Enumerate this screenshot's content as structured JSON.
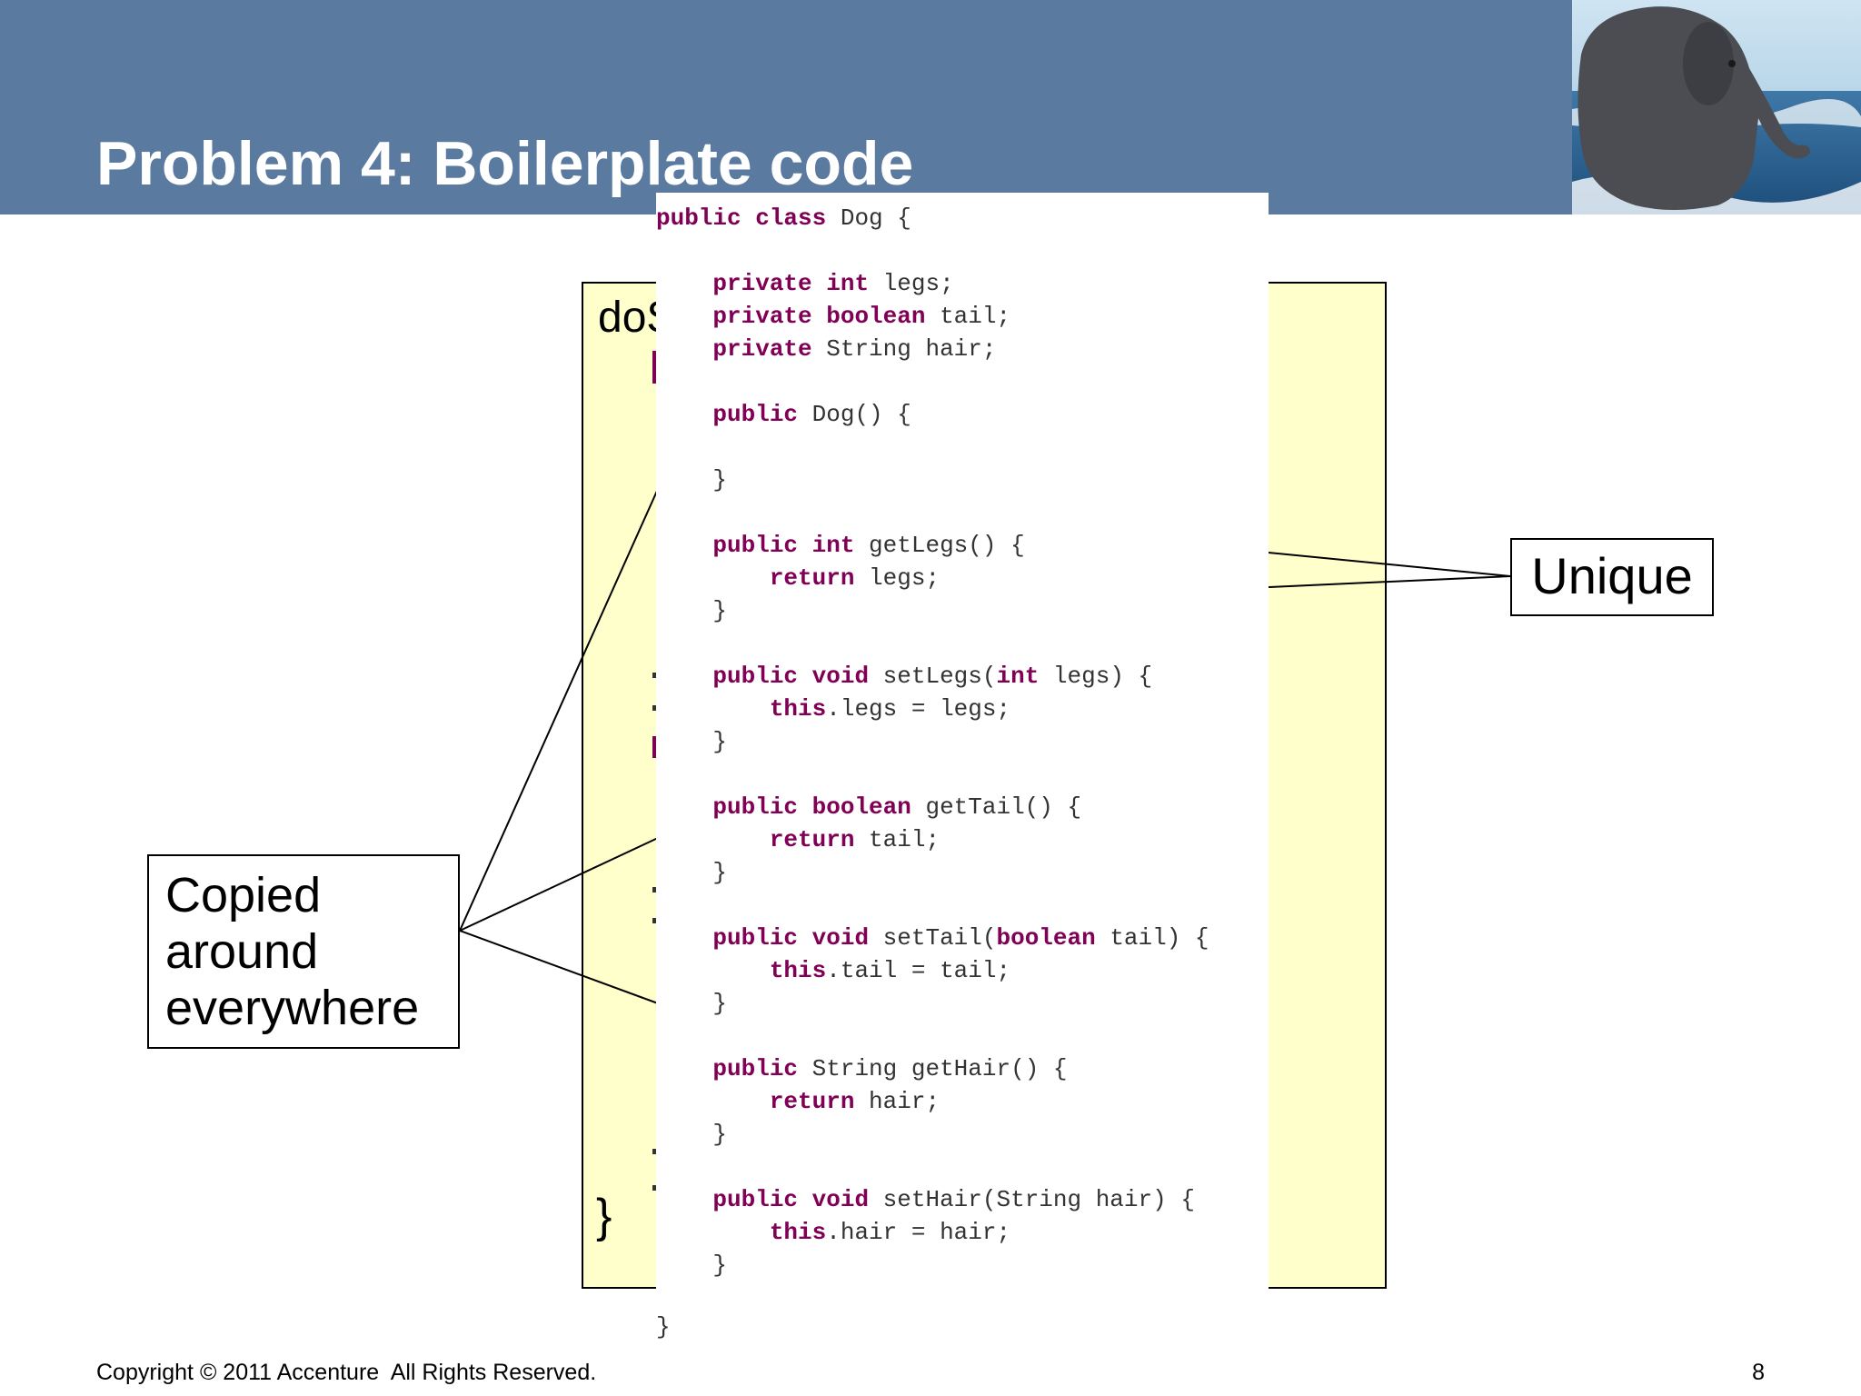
{
  "slide": {
    "title": "Problem 4: Boilerplate code",
    "footer": "Copyright © 2011 Accenture  All Rights Reserved.",
    "page_number": "8"
  },
  "background_code": {
    "top_fragment": "doS",
    "closing_brace": "}"
  },
  "code_lines": [
    [
      {
        "t": "public class",
        "k": true
      },
      {
        "t": " Dog {"
      }
    ],
    [
      {
        "t": "    "
      },
      {
        "t": "private int",
        "k": true
      },
      {
        "t": " legs;"
      }
    ],
    [
      {
        "t": "    "
      },
      {
        "t": "private boolean",
        "k": true
      },
      {
        "t": " tail;"
      }
    ],
    [
      {
        "t": "    "
      },
      {
        "t": "private",
        "k": true
      },
      {
        "t": " String hair;"
      }
    ],
    [
      {
        "t": "    "
      },
      {
        "t": "public",
        "k": true
      },
      {
        "t": " Dog() {"
      }
    ],
    [
      {
        "t": "    }"
      }
    ],
    [
      {
        "t": "    "
      },
      {
        "t": "public int",
        "k": true
      },
      {
        "t": " getLegs() {"
      }
    ],
    [
      {
        "t": "        "
      },
      {
        "t": "return",
        "k": true
      },
      {
        "t": " legs;"
      }
    ],
    [
      {
        "t": "    }"
      }
    ],
    [
      {
        "t": "    "
      },
      {
        "t": "public void",
        "k": true
      },
      {
        "t": " setLegs("
      },
      {
        "t": "int",
        "k": true
      },
      {
        "t": " legs) {"
      }
    ],
    [
      {
        "t": "        "
      },
      {
        "t": "this",
        "k": true
      },
      {
        "t": ".legs = legs;"
      }
    ],
    [
      {
        "t": "    }"
      }
    ],
    [
      {
        "t": "    "
      },
      {
        "t": "public boolean",
        "k": true
      },
      {
        "t": " getTail() {"
      }
    ],
    [
      {
        "t": "        "
      },
      {
        "t": "return",
        "k": true
      },
      {
        "t": " tail;"
      }
    ],
    [
      {
        "t": "    }"
      }
    ],
    [
      {
        "t": "    "
      },
      {
        "t": "public void",
        "k": true
      },
      {
        "t": " setTail("
      },
      {
        "t": "boolean",
        "k": true
      },
      {
        "t": " tail) {"
      }
    ],
    [
      {
        "t": "        "
      },
      {
        "t": "this",
        "k": true
      },
      {
        "t": ".tail = tail;"
      }
    ],
    [
      {
        "t": "    }"
      }
    ],
    [
      {
        "t": "    "
      },
      {
        "t": "public",
        "k": true
      },
      {
        "t": " String getHair() {"
      }
    ],
    [
      {
        "t": "        "
      },
      {
        "t": "return",
        "k": true
      },
      {
        "t": " hair;"
      }
    ],
    [
      {
        "t": "    }"
      }
    ],
    [
      {
        "t": "    "
      },
      {
        "t": "public void",
        "k": true
      },
      {
        "t": " setHair(String hair) {"
      }
    ],
    [
      {
        "t": "        "
      },
      {
        "t": "this",
        "k": true
      },
      {
        "t": ".hair = hair;"
      }
    ],
    [
      {
        "t": "    }"
      }
    ],
    [
      {
        "t": "}"
      }
    ]
  ],
  "callouts": {
    "copied_lines": [
      "Copied",
      "around",
      "everywhere"
    ],
    "unique": "Unique"
  },
  "colors": {
    "header": "#5a7aa0",
    "code_box": "#ffffcc",
    "keyword": "#7f0055"
  }
}
